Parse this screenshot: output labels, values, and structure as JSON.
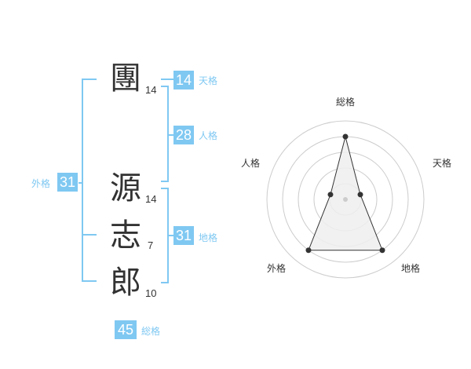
{
  "name": {
    "chars": [
      {
        "char": "團",
        "strokes": "14"
      },
      {
        "char": "源",
        "strokes": "14"
      },
      {
        "char": "志",
        "strokes": "7"
      },
      {
        "char": "郎",
        "strokes": "10"
      }
    ]
  },
  "fortunes": {
    "tenkaku": {
      "value": "14",
      "label": "天格"
    },
    "jinkaku": {
      "value": "28",
      "label": "人格"
    },
    "chikaku": {
      "value": "31",
      "label": "地格"
    },
    "gaikaku": {
      "value": "31",
      "label": "外格"
    },
    "soukaku": {
      "value": "45",
      "label": "総格"
    }
  },
  "chart_data": {
    "type": "radar",
    "axes": [
      "総格",
      "天格",
      "地格",
      "外格",
      "人格"
    ],
    "values": [
      4,
      1,
      4,
      4,
      1
    ],
    "max": 5,
    "rings": 5,
    "colors": {
      "accent": "#7fc8f2",
      "fill": "#eeeeee",
      "line": "#333333",
      "grid": "#cccccc"
    }
  }
}
